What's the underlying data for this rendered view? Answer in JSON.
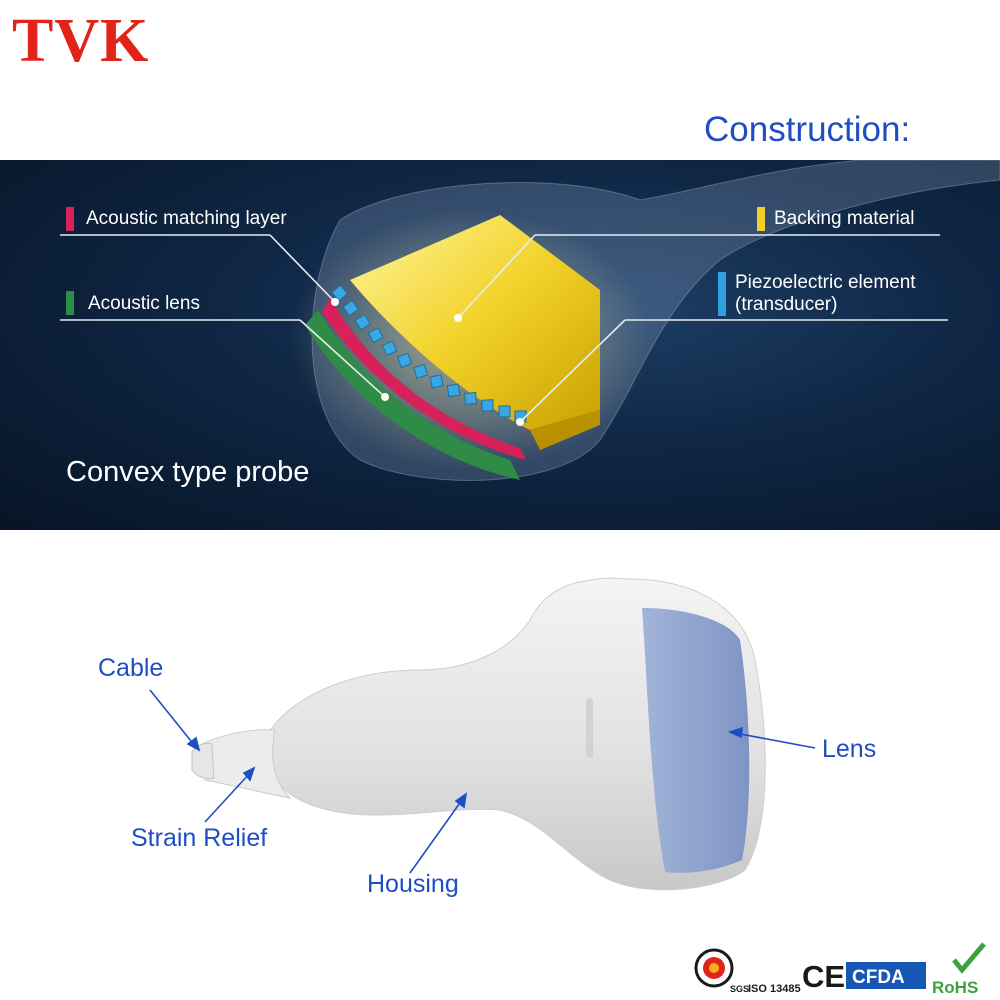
{
  "brand": {
    "name": "TVK",
    "color": "#e2231a"
  },
  "heading": {
    "text": "Construction:",
    "color": "#1f4ec4"
  },
  "diagram": {
    "caption": "Convex type probe",
    "labels": [
      {
        "id": "acoustic-matching-layer",
        "text": "Acoustic matching layer",
        "color": "#d8215a"
      },
      {
        "id": "acoustic-lens",
        "text": "Acoustic lens",
        "color": "#2e8c47"
      },
      {
        "id": "backing-material",
        "text": "Backing material",
        "color": "#f0d028"
      },
      {
        "id": "piezoelectric-element",
        "text": "Piezoelectric element",
        "subtext": "(transducer)",
        "color": "#2fa0e0"
      }
    ]
  },
  "photo": {
    "callout_color": "#1f4ec4",
    "callouts": {
      "cable": "Cable",
      "strain_relief": "Strain Relief",
      "housing": "Housing",
      "lens": "Lens"
    },
    "lens_color": "#8ea4cf"
  },
  "certifications": {
    "sgs": "SGS",
    "iso": "ISO 13485",
    "ce": "CE",
    "cfda": "CFDA",
    "rohs": "RoHS"
  }
}
